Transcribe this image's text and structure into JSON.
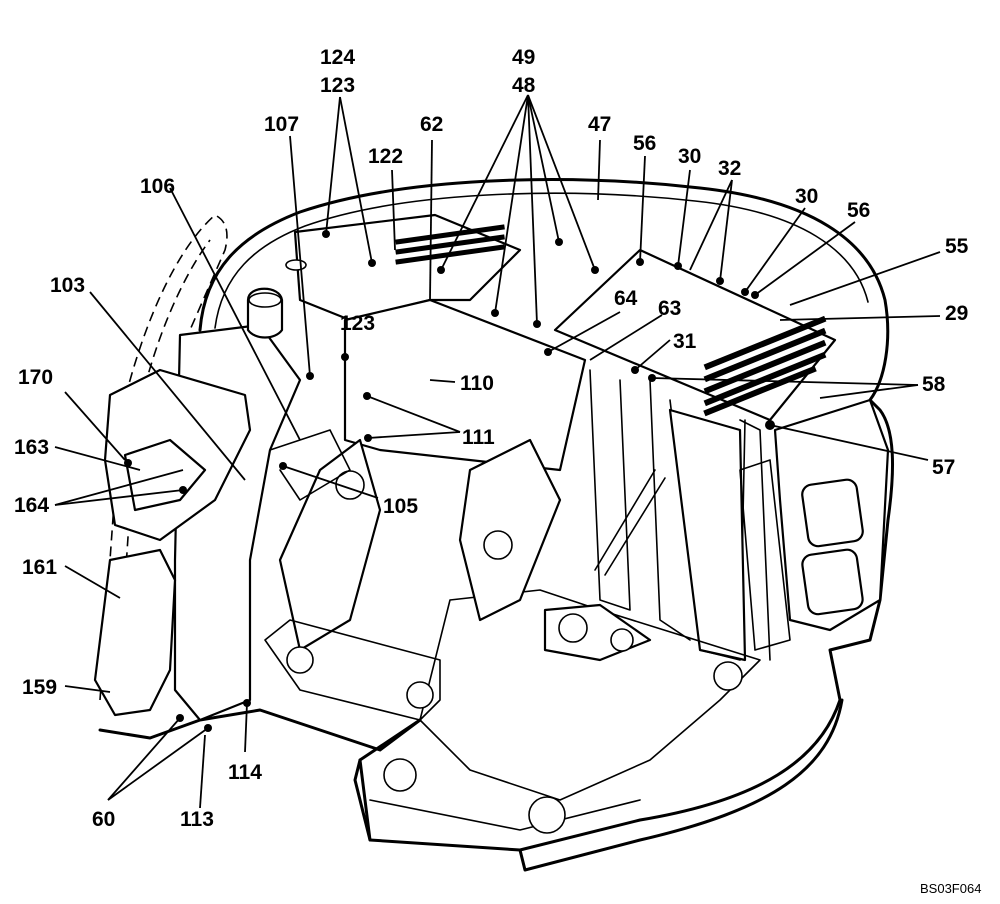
{
  "figure_code": "BS03F064",
  "callouts": [
    {
      "id": "124",
      "text": "124"
    },
    {
      "id": "123a",
      "text": "123"
    },
    {
      "id": "107",
      "text": "107"
    },
    {
      "id": "122",
      "text": "122"
    },
    {
      "id": "62",
      "text": "62"
    },
    {
      "id": "49",
      "text": "49"
    },
    {
      "id": "48",
      "text": "48"
    },
    {
      "id": "47",
      "text": "47"
    },
    {
      "id": "56a",
      "text": "56"
    },
    {
      "id": "30a",
      "text": "30"
    },
    {
      "id": "32",
      "text": "32"
    },
    {
      "id": "30b",
      "text": "30"
    },
    {
      "id": "56b",
      "text": "56"
    },
    {
      "id": "55",
      "text": "55"
    },
    {
      "id": "29",
      "text": "29"
    },
    {
      "id": "106",
      "text": "106"
    },
    {
      "id": "103",
      "text": "103"
    },
    {
      "id": "123b",
      "text": "123"
    },
    {
      "id": "64",
      "text": "64"
    },
    {
      "id": "63",
      "text": "63"
    },
    {
      "id": "31",
      "text": "31"
    },
    {
      "id": "110",
      "text": "110"
    },
    {
      "id": "170",
      "text": "170"
    },
    {
      "id": "58",
      "text": "58"
    },
    {
      "id": "111",
      "text": "111"
    },
    {
      "id": "163",
      "text": "163"
    },
    {
      "id": "57",
      "text": "57"
    },
    {
      "id": "164",
      "text": "164"
    },
    {
      "id": "105",
      "text": "105"
    },
    {
      "id": "161",
      "text": "161"
    },
    {
      "id": "159",
      "text": "159"
    },
    {
      "id": "114",
      "text": "114"
    },
    {
      "id": "60",
      "text": "60"
    },
    {
      "id": "113",
      "text": "113"
    }
  ]
}
